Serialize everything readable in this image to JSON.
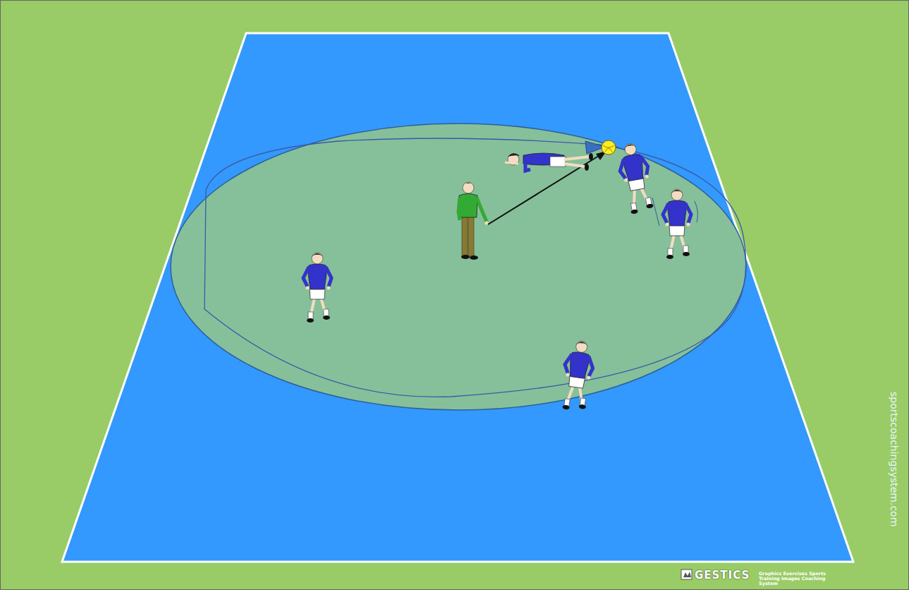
{
  "diagram": {
    "labels": [
      "sportscoachingsystem.com",
      "GESTICS",
      "Graphics Exercises Sports Training Images Coaching System"
    ]
  }
}
